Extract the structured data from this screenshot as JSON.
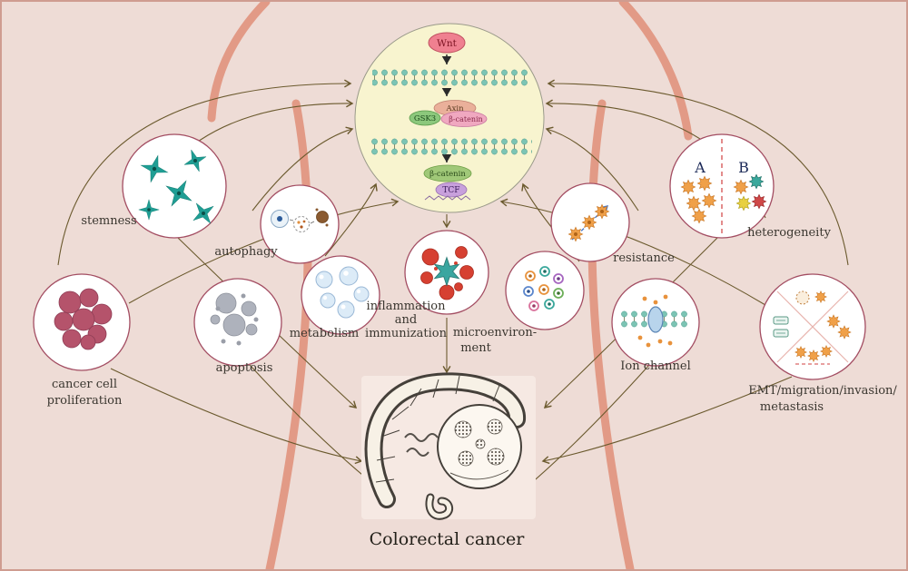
{
  "figure": {
    "title": "Colorectal cancer",
    "pathway": {
      "wnt": "Wnt",
      "axin": "Axin",
      "gsk3": "GSK3",
      "beta_catenin_membrane": "β-catenin",
      "beta_catenin_nuclear": "β-catenin",
      "tcf": "TCF"
    },
    "nodes": {
      "stemness": "stemness",
      "autophagy": "autophagy",
      "metabolism": "metabolism",
      "inflammation_l1": "inflammation",
      "inflammation_l2": "and",
      "inflammation_l3": "immunization",
      "microenvironment_l1": "microenviron-",
      "microenvironment_l2": "ment",
      "resistance": "resistance",
      "heterogeneity": "heterogeneity",
      "clone_a": "A",
      "clone_b": "B",
      "proliferation_l1": "cancer cell",
      "proliferation_l2": "proliferation",
      "apoptosis": "apoptosis",
      "ion_channel": "Ion channel",
      "emt_l1": "EMT/migration/invasion/",
      "emt_l2": "metastasis"
    },
    "colors": {
      "background": "#eedcd6",
      "body_curve": "#e29a86",
      "arrow": "#6b5a2e",
      "node_border": "#a34d62",
      "pathway_fill": "#f8f4cf"
    }
  }
}
